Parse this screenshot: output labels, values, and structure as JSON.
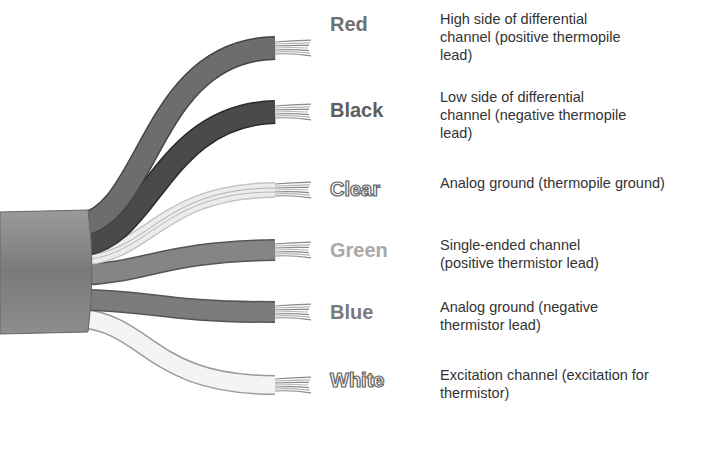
{
  "diagram": {
    "labels": [
      "Red",
      "High side of differential channel (positive thermopile lead)",
      "Black",
      "Low side of differential channel (negative thermopile lead)",
      "Clear",
      "Analog ground (thermopile ground)",
      "Green",
      "Single-ended channel (positive thermistor lead)",
      "Blue",
      "Analog ground (negative thermistor lead)",
      "White",
      "Excitation channel (excitation for thermistor)"
    ]
  }
}
